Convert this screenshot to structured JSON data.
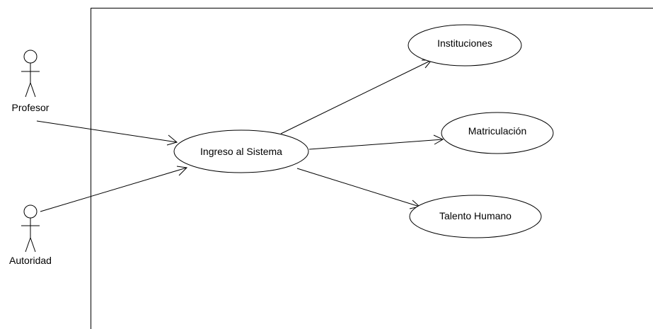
{
  "diagram": {
    "type": "use-case",
    "actors": [
      {
        "id": "profesor",
        "label": "Profesor"
      },
      {
        "id": "autoridad",
        "label": "Autoridad"
      }
    ],
    "use_cases": [
      {
        "id": "ingreso",
        "label": "Ingreso al Sistema"
      },
      {
        "id": "instituciones",
        "label": "Instituciones"
      },
      {
        "id": "matriculacion",
        "label": "Matriculación"
      },
      {
        "id": "talento",
        "label": "Talento Humano"
      }
    ],
    "associations": [
      {
        "from": "profesor",
        "to": "ingreso"
      },
      {
        "from": "autoridad",
        "to": "ingreso"
      },
      {
        "from": "ingreso",
        "to": "instituciones"
      },
      {
        "from": "ingreso",
        "to": "matriculacion"
      },
      {
        "from": "ingreso",
        "to": "talento"
      }
    ],
    "colors": {
      "stroke": "#000000",
      "fill": "#ffffff"
    }
  }
}
